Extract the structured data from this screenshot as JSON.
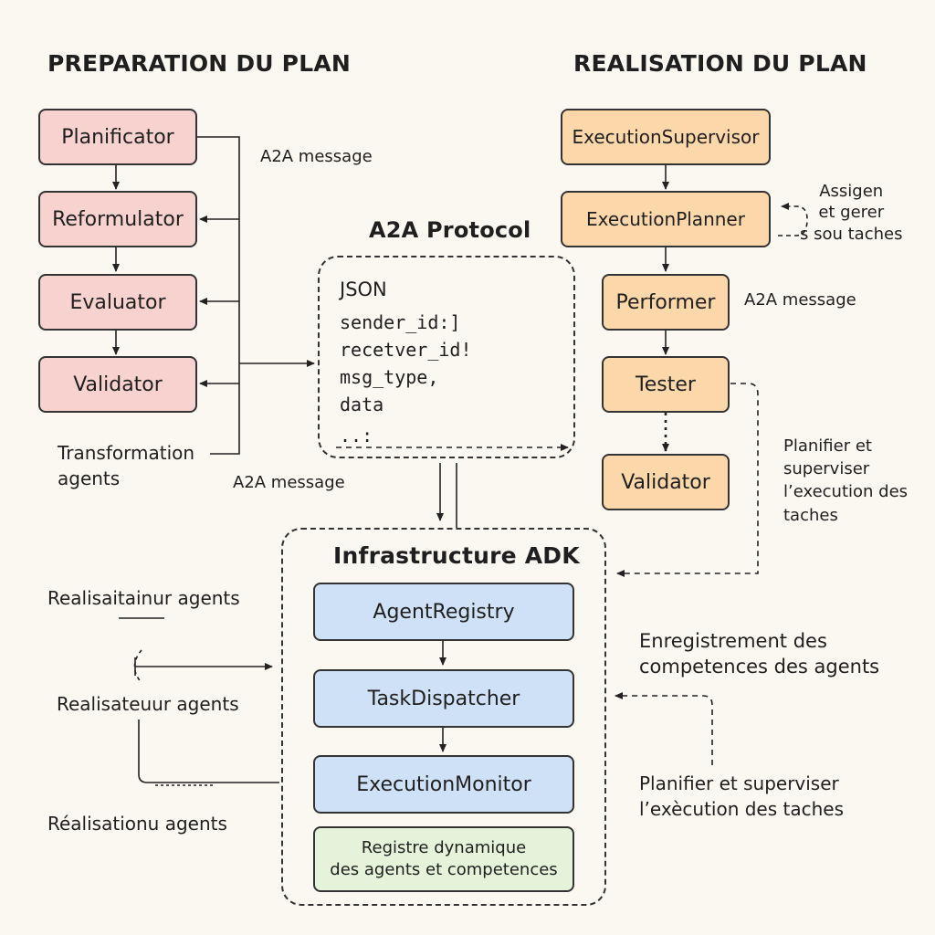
{
  "headings": {
    "left": "PREPARATION DU PLAN",
    "right": "REALISATION DU PLAN"
  },
  "prep_agents": [
    "Planificator",
    "Reformulator",
    "Evaluator",
    "Validator"
  ],
  "prep_footer": [
    "Transformation",
    "agents"
  ],
  "a2a": {
    "title": "A2A Protocol",
    "lines": [
      "JSON",
      "sender_id:]",
      "recetver_id!",
      "msg_type,",
      "data",
      "..:"
    ],
    "msg_top": "A2A message",
    "msg_bottom": "A2A message",
    "msg_right": "A2A message"
  },
  "exec_agents": [
    "ExecutionSupervisor",
    "ExecutionPlanner",
    "Performer",
    "Tester",
    "Validator"
  ],
  "assign_note": [
    "Assigen",
    "et gerer",
    "s sou  taches"
  ],
  "plan_note_right": [
    "Planifier et",
    "superviser",
    "l’execution des",
    "taches"
  ],
  "adk": {
    "title": "Infrastructure ADK",
    "components": [
      "AgentRegistry",
      "TaskDispatcher",
      "ExecutionMonitor"
    ],
    "registry": [
      "Registre dynamique",
      "des agents et competences"
    ]
  },
  "left_labels": [
    "Realisaitainur  agents",
    "Realisateuur   agents",
    "Réalisationu agents"
  ],
  "register_note": [
    "Enregistrement des",
    "competences des agents"
  ],
  "plan_note_bottom": [
    "Planifier et superviser",
    "l’exècution des taches"
  ],
  "colors": {
    "pink": "#f8d2cf",
    "orange": "#fbd7aa",
    "blue": "#cfe1f6",
    "green": "#e4f3d9",
    "line": "#333333"
  }
}
